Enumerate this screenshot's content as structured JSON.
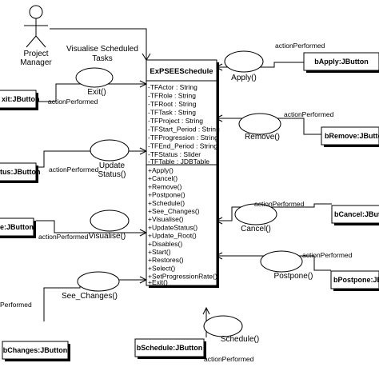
{
  "actor": {
    "name_line1": "Project",
    "name_line2": "Manager"
  },
  "main_class": {
    "name": "ExPSEESchedule",
    "attributes": [
      "-TFActor : String",
      "-TFRole : String",
      "-TFRoot : String",
      "-TFTask : String",
      "-TFProject : String",
      "-TFStart_Period : String",
      "-TFProgression : String",
      "-TFEnd_Period : String",
      "-TFStatus : Slider",
      "-TFTable : JDBTable"
    ],
    "methods": [
      "+Apply()",
      "+Cancel()",
      "+Remove()",
      "+Postpone()",
      "+Schedule()",
      "+See_Changes()",
      "+Visualise()",
      "+UpdateStatus()",
      "+Update_Root()",
      "+Disables()",
      "+Start()",
      "+Restores()",
      "+Select()",
      "+SetProgressionRate()",
      "+Exit()"
    ]
  },
  "actor_link": {
    "line1": "Visualise Scheduled",
    "line2": "Tasks"
  },
  "use_cases": {
    "apply": "Apply()",
    "exit": "Exit()",
    "remove": "Remove()",
    "update_line1": "Update",
    "update_line2": "Status()",
    "cancel": "Cancel()",
    "visualise": "Visualise()",
    "postpone": "Postpone()",
    "see_changes": "See_Changes()",
    "schedule": "Schedule()"
  },
  "buttons": {
    "apply": "bApply:JButton",
    "exit": "xit:JButton",
    "remove": "bRemove:JButton",
    "status": "tus:JButton",
    "cancel": "bCancel:JBut",
    "visualise": "e:JButton",
    "postpone": "bPostpone:JBu",
    "changes": "bChanges:JButton",
    "schedule": "bSchedule:JButton"
  },
  "events": {
    "apply": "actionPerformed",
    "exit": "actionPerformed",
    "remove": "actionPerformed",
    "update": "actionPerformed",
    "cancel": "actionPerformed",
    "visualise": "actionPerformed",
    "postpone": "actionPerformed",
    "see_changes": "Performed",
    "schedule": "actionPerformed"
  }
}
